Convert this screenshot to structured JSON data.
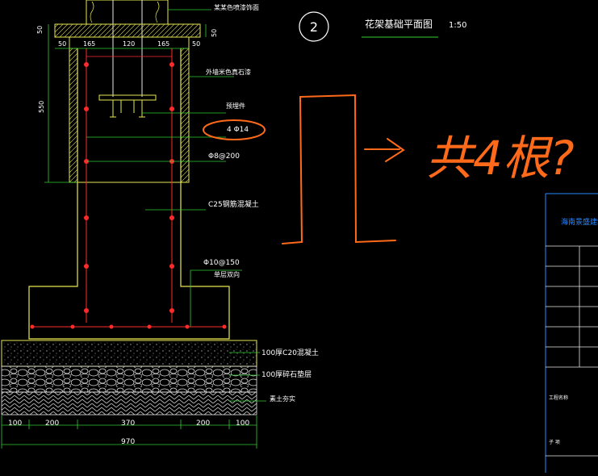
{
  "drawing": {
    "circle_number": "2",
    "title": "花架基础平面图",
    "scale": "1:50"
  },
  "top_dims": {
    "d50_left": "50",
    "d50_right": "50",
    "d50_sub": "50",
    "d165a": "165",
    "d120": "120",
    "d165b": "165",
    "d50_sub2": "50",
    "d550": "550"
  },
  "labels": {
    "coating_top": "某某色喷漆饰面",
    "coating_stone": "外墙米色真石漆",
    "embedded": "预埋件",
    "rebar_main": "4 Φ14",
    "stirrup": "Φ8@200",
    "concrete": "C25钢筋混凝土",
    "rebar_base": "Φ10@150",
    "rebar_base_note": "单层双向",
    "layer1": "100厚C20混凝土",
    "layer2": "100厚碎石垫层",
    "layer3": "素土夯实"
  },
  "bottom_dims": {
    "b100a": "100",
    "b200a": "200",
    "b370": "370",
    "b200b": "200",
    "b100b": "100",
    "total": "970"
  },
  "annotation": {
    "handwritten": "共4根?"
  },
  "title_block": {
    "project_name": "海南景盛建筑",
    "field_engineering": "工程名称",
    "field_sheet": "子 项"
  },
  "colors": {
    "background": "#000000",
    "structure": "#e8e850",
    "dim_green": "#33cc33",
    "text_white": "#ffffff",
    "rebar_red": "#ff2a2a",
    "handwriting": "#ff6a1a",
    "frame_cyan": "#2a8aff"
  }
}
